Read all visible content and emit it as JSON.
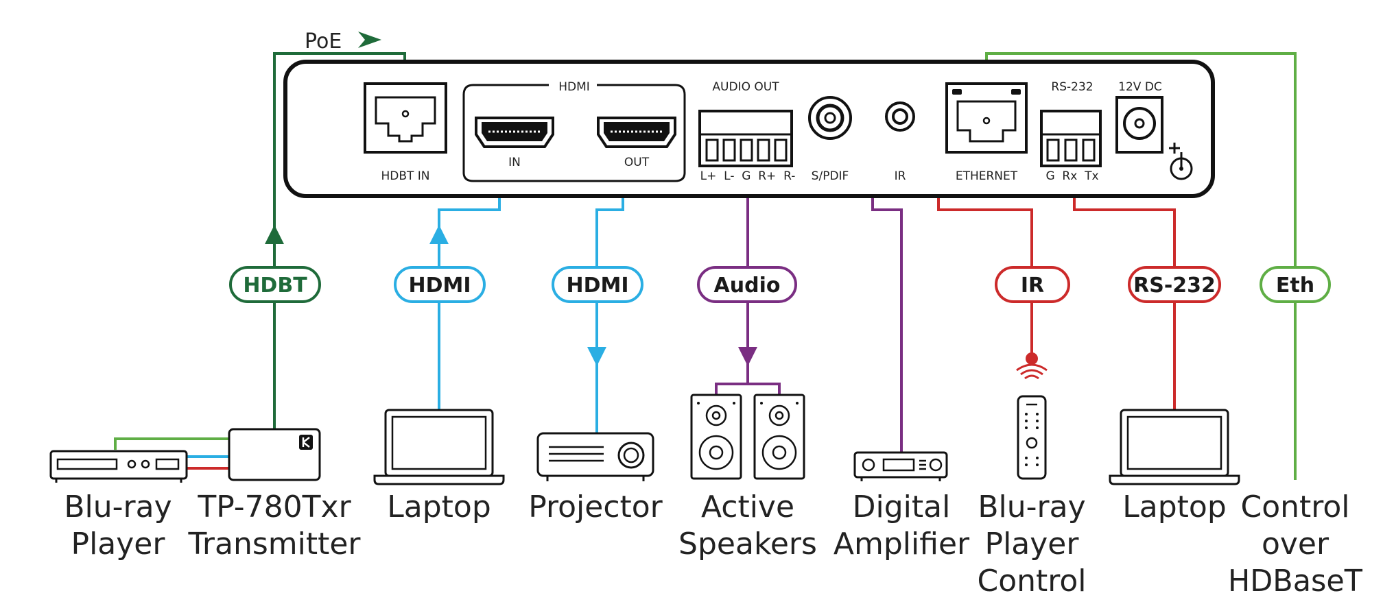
{
  "colors": {
    "hdbt": "#1f6b3a",
    "hdmi": "#2aaee3",
    "audio": "#7a2e82",
    "ir": "#cc2a2a",
    "rs232": "#cc2a2a",
    "eth": "#5fae45",
    "outline": "#111111"
  },
  "poe": {
    "label": "PoE"
  },
  "panel": {
    "hdbt_in": "HDBT IN",
    "hdmi_group": "HDMI",
    "hdmi_in": "IN",
    "hdmi_out": "OUT",
    "audio_out": "AUDIO OUT",
    "audio_pins": "L+  L-  G  R+  R-",
    "spdif": "S/PDIF",
    "ir": "IR",
    "ethernet": "ETHERNET",
    "rs232": "RS-232",
    "rs232_pins": "G  Rx  Tx",
    "power": "12V DC"
  },
  "badges": {
    "hdbt": "HDBT",
    "hdmi_in": "HDMI",
    "hdmi_out": "HDMI",
    "audio": "Audio",
    "ir": "IR",
    "rs232": "RS-232",
    "eth": "Eth"
  },
  "devices": {
    "bluray": {
      "line1": "Blu-ray",
      "line2": "Player"
    },
    "transmitter": {
      "line1": "TP-780Txr",
      "line2": "Transmitter"
    },
    "laptop1": {
      "line1": "Laptop"
    },
    "projector": {
      "line1": "Projector"
    },
    "speakers": {
      "line1": "Active",
      "line2": "Speakers"
    },
    "amplifier": {
      "line1": "Digital",
      "line2": "Amplifier"
    },
    "bluray_control": {
      "line1": "Blu-ray",
      "line2": "Player",
      "line3": "Control"
    },
    "laptop2": {
      "line1": "Laptop"
    },
    "control_hdbt": {
      "line1": "Control",
      "line2": "over",
      "line3": "HDBaseT"
    }
  }
}
